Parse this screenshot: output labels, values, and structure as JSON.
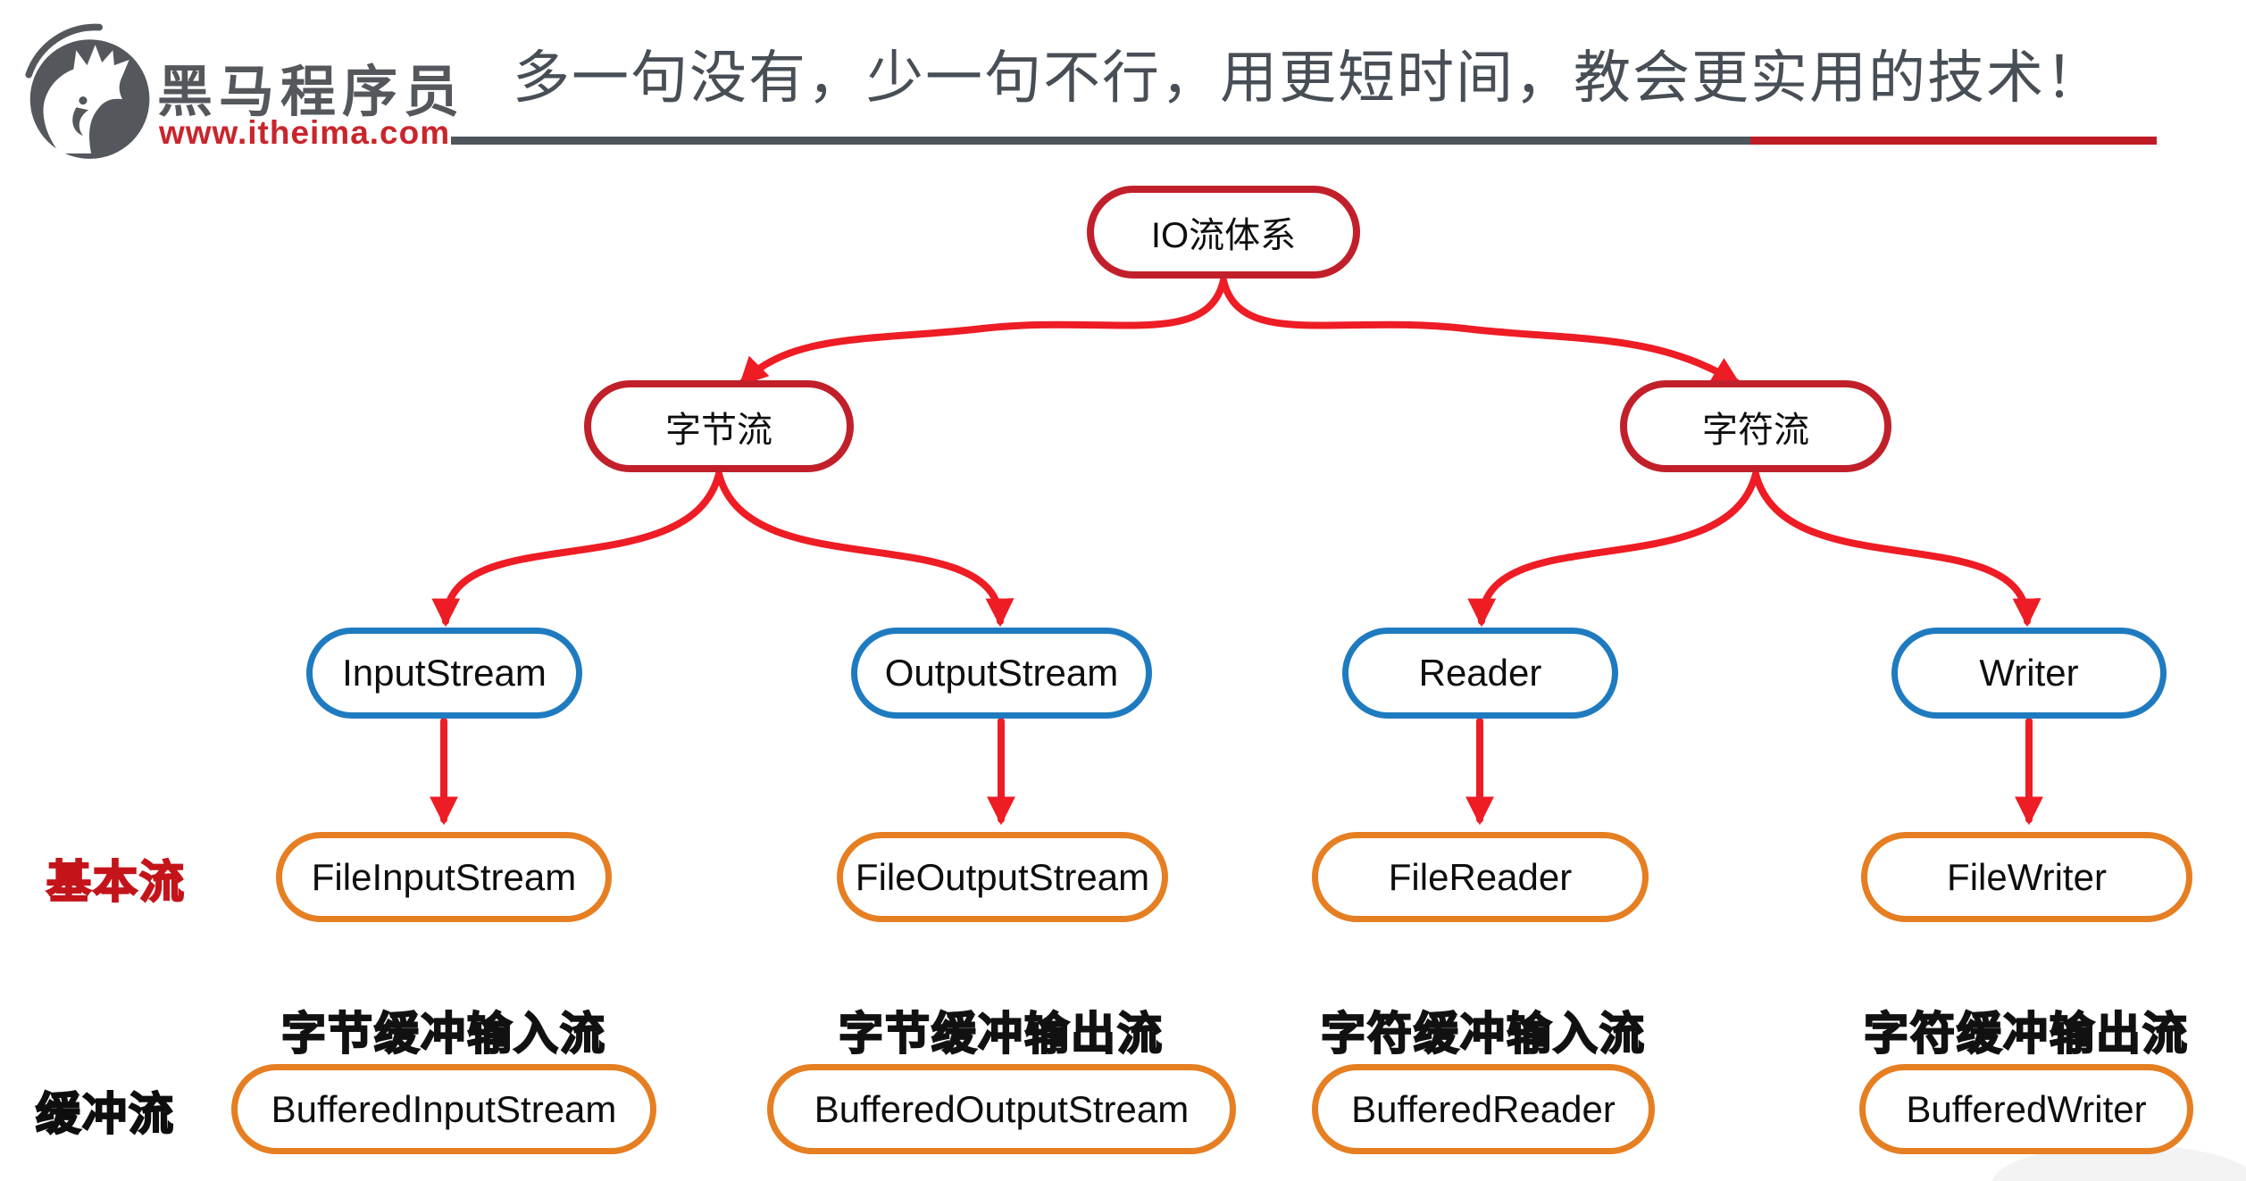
{
  "header": {
    "brand_name": "黑马程序员",
    "brand_url": "www.itheima.com",
    "slogan": "多一句没有，少一句不行，用更短时间，教会更实用的技术！"
  },
  "diagram": {
    "root": "IO流体系",
    "branches": [
      {
        "label": "字节流"
      },
      {
        "label": "字符流"
      }
    ],
    "abstract_nodes": [
      {
        "label": "InputStream"
      },
      {
        "label": "OutputStream"
      },
      {
        "label": "Reader"
      },
      {
        "label": "Writer"
      }
    ],
    "basic_row_label": "基本流",
    "basic_nodes": [
      {
        "label": "FileInputStream"
      },
      {
        "label": "FileOutputStream"
      },
      {
        "label": "FileReader"
      },
      {
        "label": "FileWriter"
      }
    ],
    "buffered_row_label": "缓冲流",
    "buffered_nodes": [
      {
        "caption": "字节缓冲输入流",
        "label": "BufferedInputStream"
      },
      {
        "caption": "字节缓冲输出流",
        "label": "BufferedOutputStream"
      },
      {
        "caption": "字符缓冲输入流",
        "label": "BufferedReader"
      },
      {
        "caption": "字符缓冲输出流",
        "label": "BufferedWriter"
      }
    ]
  },
  "colors": {
    "arrow_red": "#EE1C24",
    "node_red_border": "#C1202A",
    "node_blue_border": "#1F7BC0",
    "node_orange_border": "#E67E22",
    "brand_gray": "#54585C",
    "brand_red": "#C9252C",
    "basic_label_red": "#C4141A",
    "rule_gray": "#4E565C",
    "rule_red": "#BE1B24"
  }
}
